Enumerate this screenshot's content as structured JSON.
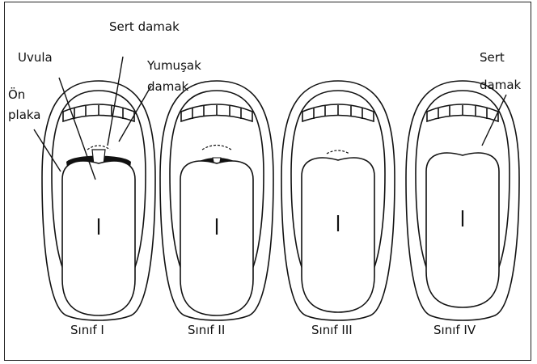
{
  "labels": {
    "sert_damak": "Sert damak",
    "uvula": "Uvula",
    "yumusak_line1": "Yumuşak",
    "yumusak_line2": "damak",
    "on_line1": "Ön",
    "on_line2": "plaka",
    "sert_right_line1": "Sert",
    "sert_right_line2": "damak"
  },
  "classes": [
    "Sınıf I",
    "Sınıf II",
    "Sınıf III",
    "Sınıf IV"
  ],
  "colors": {
    "ink": "#111111",
    "background": "#ffffff"
  }
}
